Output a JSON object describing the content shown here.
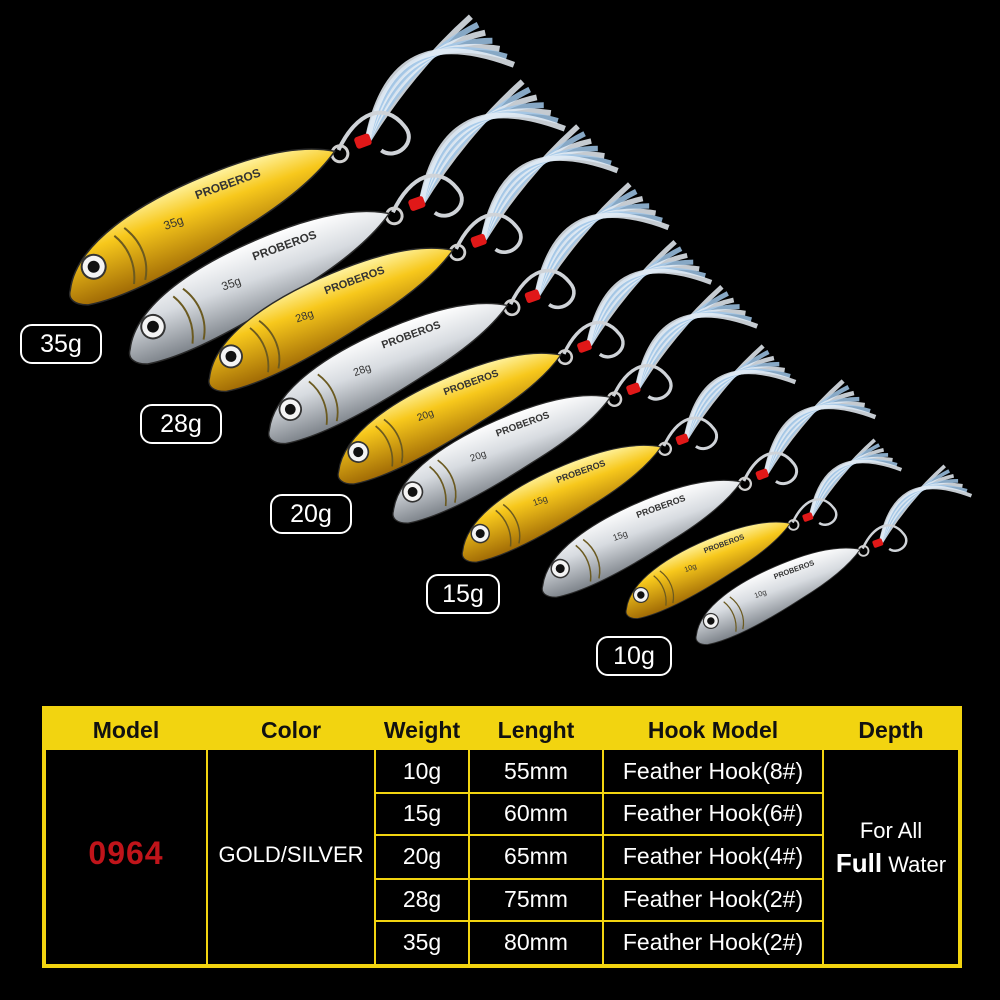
{
  "weight_labels": [
    "35g",
    "28g",
    "20g",
    "15g",
    "10g"
  ],
  "lure_engraving": "PROBEROS",
  "lure_weights_engraved": [
    "35g",
    "35g",
    "28g",
    "28g",
    "20g",
    "20g",
    "15g",
    "15g",
    "10g",
    "10g"
  ],
  "colors": {
    "gold": "#f5c51a",
    "silver": "#d9dde2",
    "table_accent": "#f2d410",
    "model_code": "#c0141a",
    "feather": "#c8d8ee",
    "thread": "#e01818"
  },
  "table": {
    "headers": {
      "model": "Model",
      "color": "Color",
      "weight": "Weight",
      "length": "Lenght",
      "hook": "Hook Model",
      "depth": "Depth"
    },
    "model": "0964",
    "color": "GOLD/SILVER",
    "rows": [
      {
        "weight": "10g",
        "length": "55mm",
        "hook": "Feather Hook(8#)"
      },
      {
        "weight": "15g",
        "length": "60mm",
        "hook": "Feather Hook(6#)"
      },
      {
        "weight": "20g",
        "length": "65mm",
        "hook": "Feather Hook(4#)"
      },
      {
        "weight": "28g",
        "length": "75mm",
        "hook": "Feather Hook(2#)"
      },
      {
        "weight": "35g",
        "length": "80mm",
        "hook": "Feather Hook(2#)"
      }
    ],
    "depth_line1": "For All",
    "depth_bold": "Full",
    "depth_rest": "Water"
  }
}
